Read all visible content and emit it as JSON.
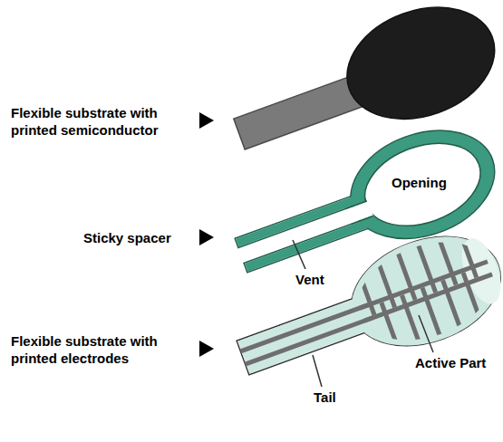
{
  "diagram": {
    "labels": [
      "Flexible substrate with printed semiconductor",
      "Opening",
      "Sticky spacer",
      "Vent",
      "Flexible substrate with printed electrodes",
      "Active Part",
      "Tail"
    ]
  }
}
